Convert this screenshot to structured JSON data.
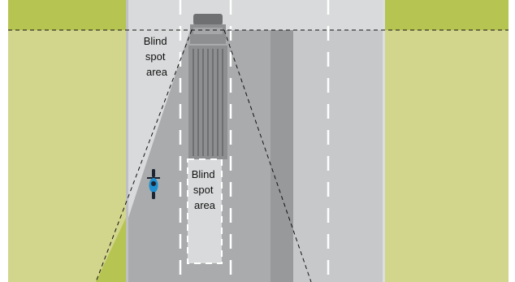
{
  "labels": {
    "left_blind_spot": [
      "Blind",
      "spot",
      "area"
    ],
    "rear_blind_spot": [
      "Blind",
      "spot",
      "area"
    ]
  },
  "colors": {
    "grass_light": "#d2d58c",
    "grass_dark": "#b6c452",
    "road_left": "#a9abac",
    "road_right": "#c7c8c9",
    "median": "#98999a",
    "blind_zone": "#d9dadb",
    "truck_body": "#8e8f91",
    "truck_dark": "#6f7072",
    "motorcycle_body": "#1f8fcf",
    "lane_marking": "#ffffff",
    "boundary_line": "#111111"
  },
  "icons": {
    "truck": "truck-top-view-icon",
    "motorcycle": "motorcycle-top-view-icon"
  }
}
